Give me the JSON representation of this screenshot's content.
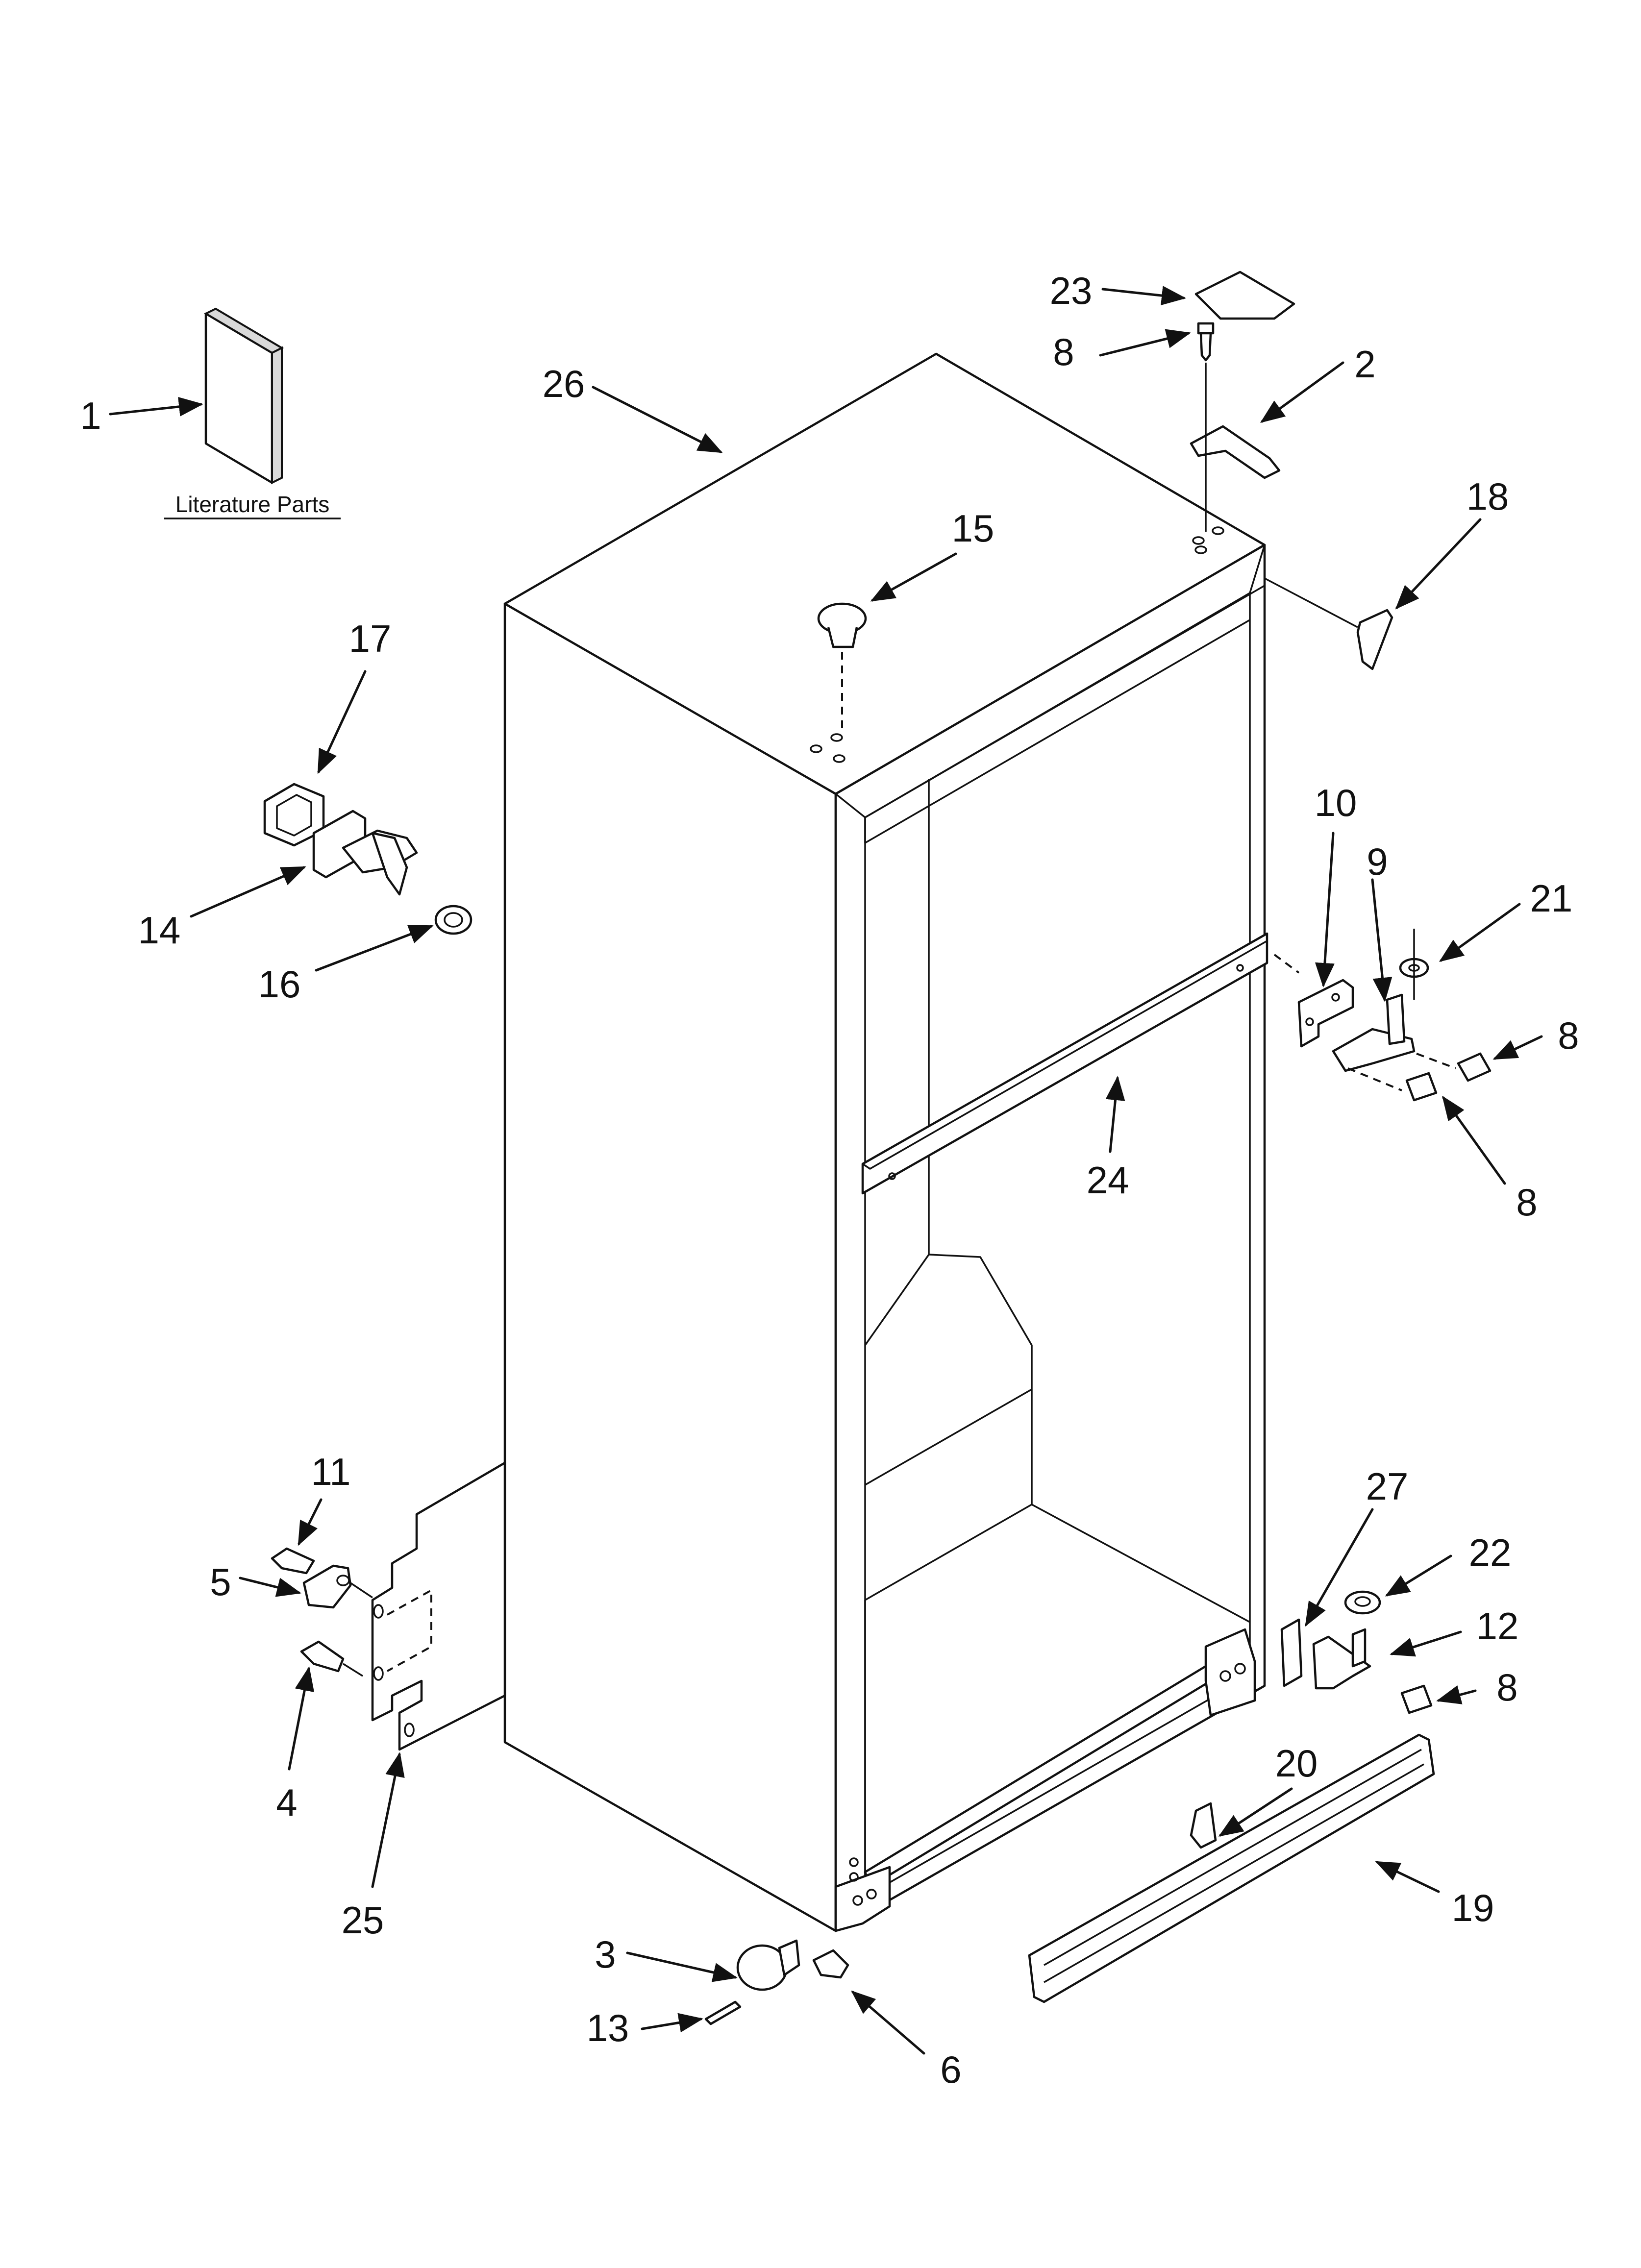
{
  "literature_label": "Literature Parts",
  "callouts": [
    {
      "id": "c1",
      "text": "1"
    },
    {
      "id": "c2",
      "text": "2"
    },
    {
      "id": "c3",
      "text": "3"
    },
    {
      "id": "c4",
      "text": "4"
    },
    {
      "id": "c5",
      "text": "5"
    },
    {
      "id": "c6",
      "text": "6"
    },
    {
      "id": "c8a",
      "text": "8"
    },
    {
      "id": "c8b",
      "text": "8"
    },
    {
      "id": "c8c",
      "text": "8"
    },
    {
      "id": "c8d",
      "text": "8"
    },
    {
      "id": "c9",
      "text": "9"
    },
    {
      "id": "c10",
      "text": "10"
    },
    {
      "id": "c11",
      "text": "11"
    },
    {
      "id": "c12",
      "text": "12"
    },
    {
      "id": "c13",
      "text": "13"
    },
    {
      "id": "c14",
      "text": "14"
    },
    {
      "id": "c15",
      "text": "15"
    },
    {
      "id": "c16",
      "text": "16"
    },
    {
      "id": "c17",
      "text": "17"
    },
    {
      "id": "c18",
      "text": "18"
    },
    {
      "id": "c19",
      "text": "19"
    },
    {
      "id": "c20",
      "text": "20"
    },
    {
      "id": "c21",
      "text": "21"
    },
    {
      "id": "c22",
      "text": "22"
    },
    {
      "id": "c23",
      "text": "23"
    },
    {
      "id": "c24",
      "text": "24"
    },
    {
      "id": "c25",
      "text": "25"
    },
    {
      "id": "c26",
      "text": "26"
    },
    {
      "id": "c27",
      "text": "27"
    }
  ]
}
